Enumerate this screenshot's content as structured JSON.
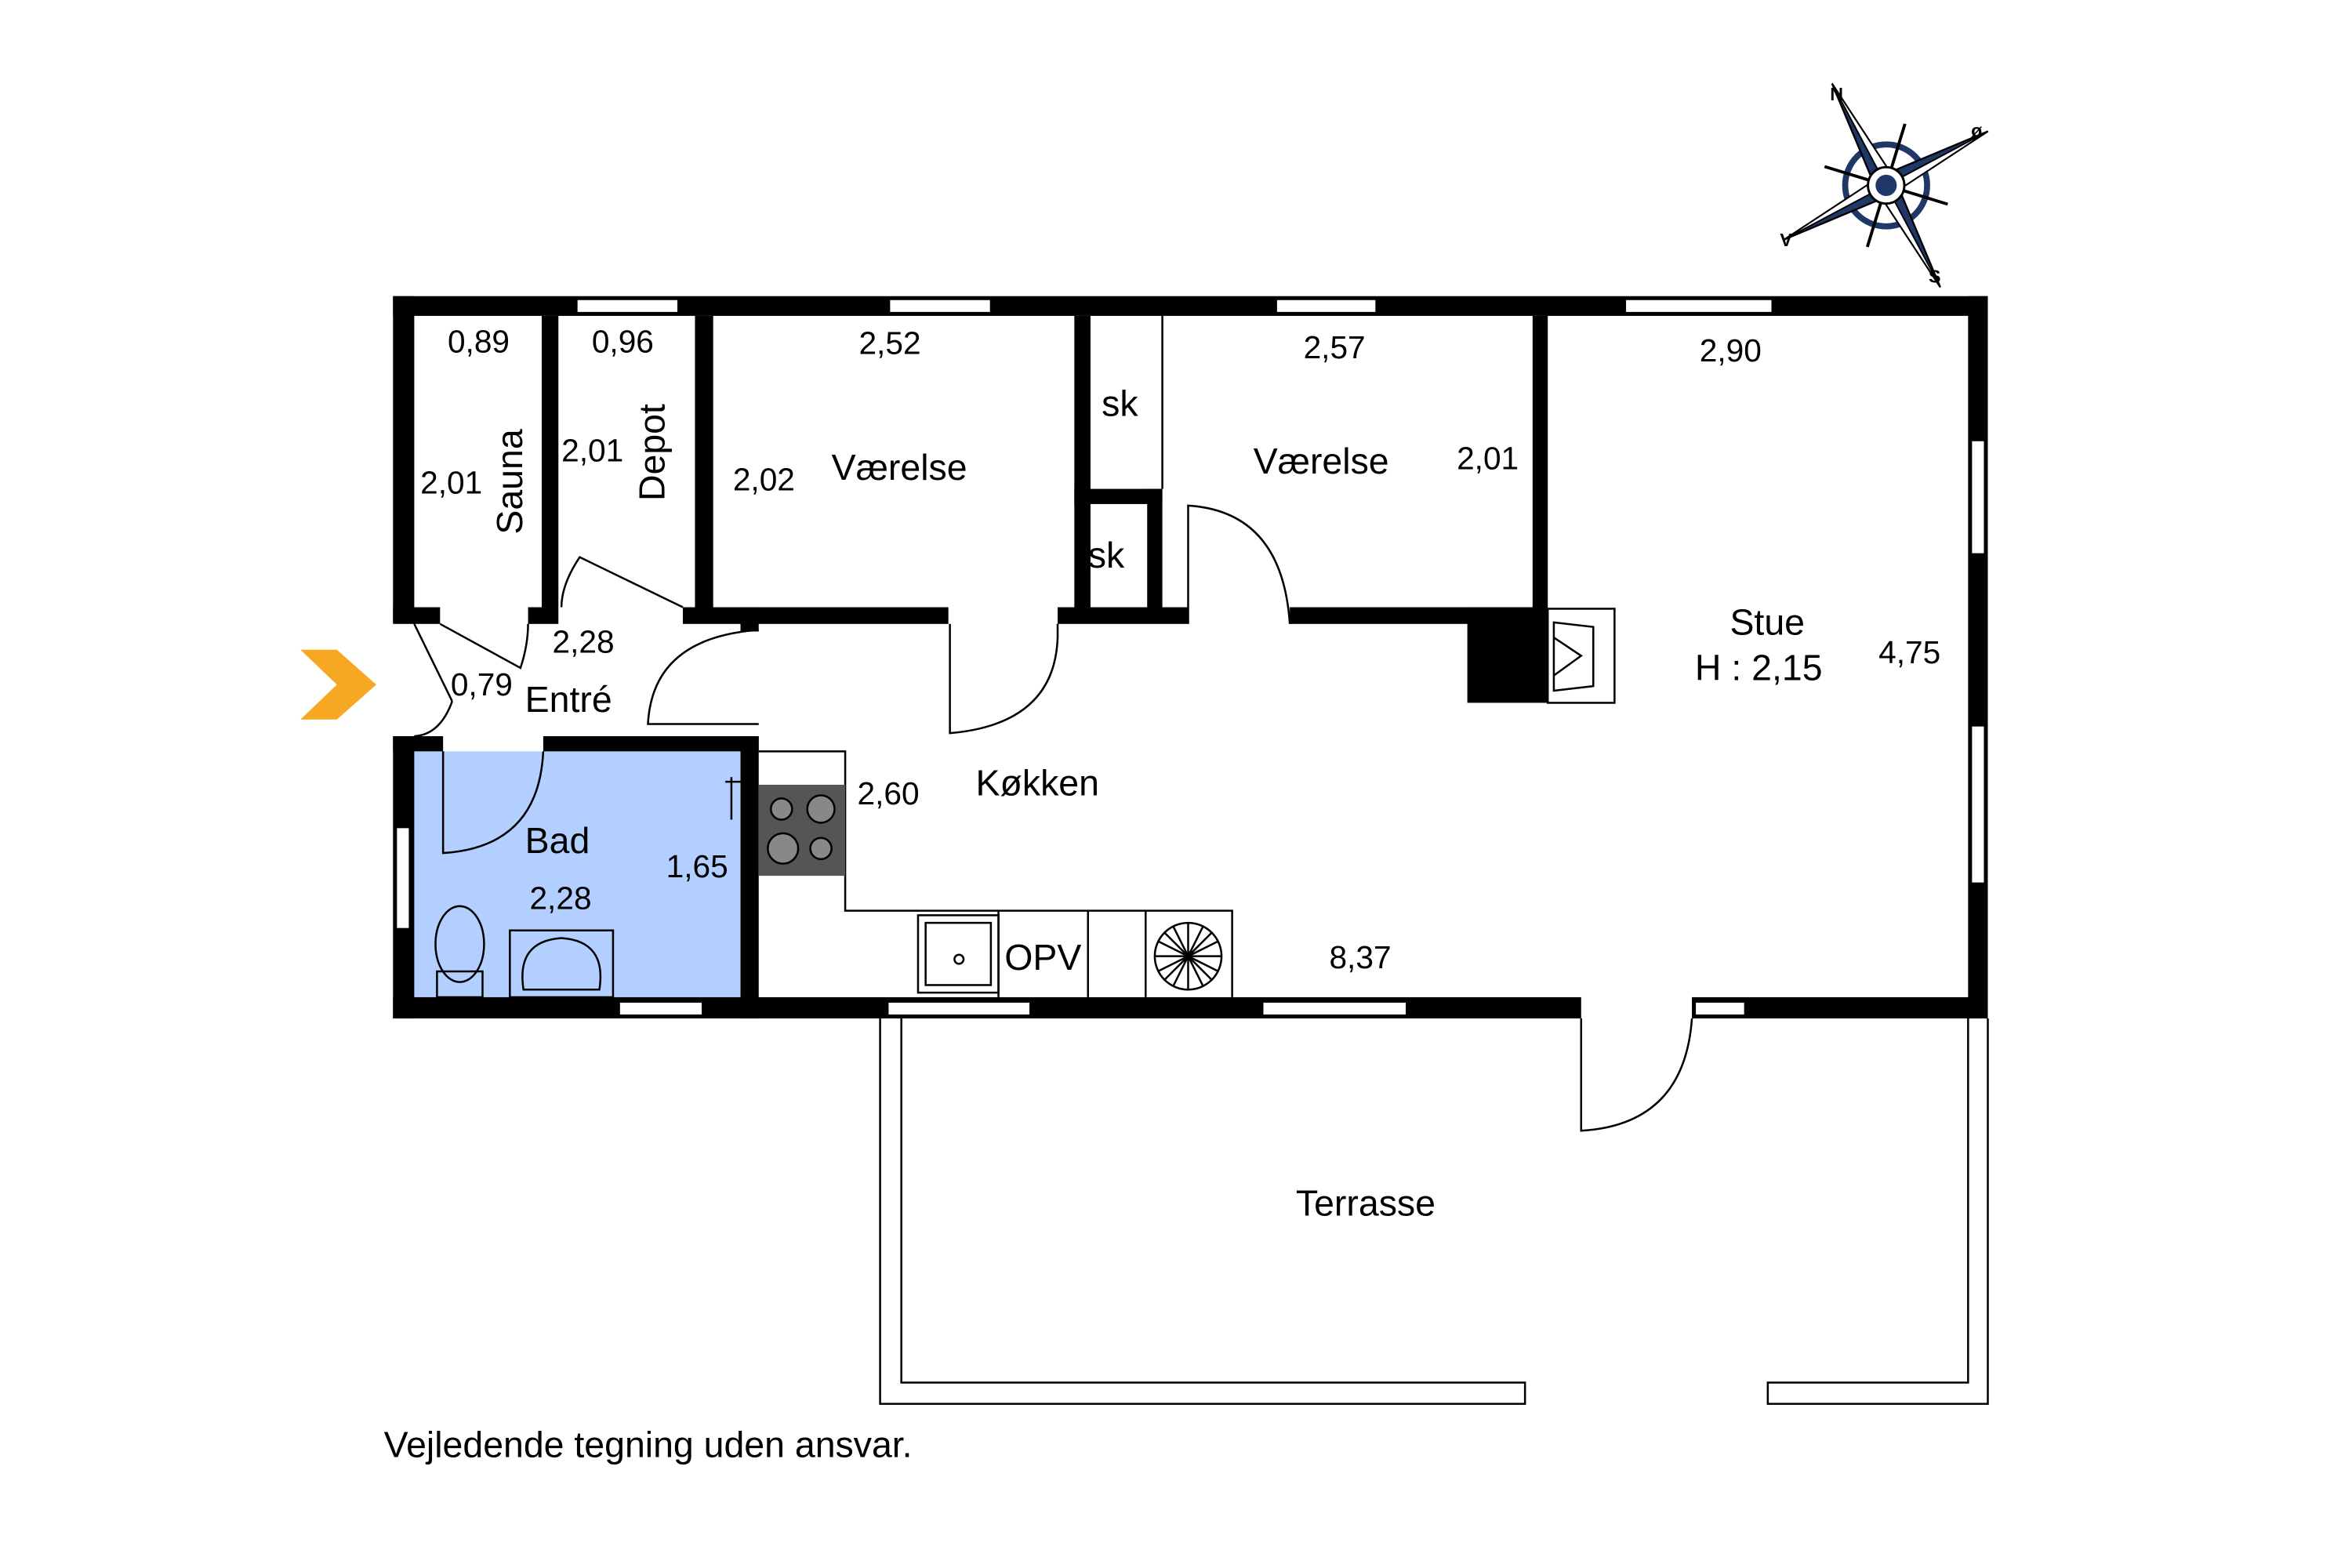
{
  "rooms": {
    "sauna": {
      "label": "Sauna",
      "width": "0,89",
      "length": "2,01"
    },
    "depot": {
      "label": "Depot",
      "width": "0,96",
      "length": "2,01"
    },
    "vaerelse1": {
      "label": "Værelse",
      "width": "2,52",
      "length": "2,02"
    },
    "closet1": {
      "label": "sk"
    },
    "closet2": {
      "label": "sk"
    },
    "vaerelse2": {
      "label": "Værelse",
      "width": "2,57",
      "length": "2,01"
    },
    "stue": {
      "label": "Stue",
      "height_label": "H : 2,15",
      "width": "2,90",
      "length": "4,75"
    },
    "entre": {
      "label": "Entré",
      "width": "2,28",
      "length": "0,79"
    },
    "bad": {
      "label": "Bad",
      "width": "2,28",
      "length": "1,65"
    },
    "koekken": {
      "label": "Køkken",
      "width": "2,60",
      "length": "8,37"
    },
    "terrasse": {
      "label": "Terrasse"
    }
  },
  "appliances": {
    "dishwasher_label": "OPV"
  },
  "compass": {
    "north": "N",
    "east": "ø",
    "south": "S",
    "west": "V"
  },
  "disclaimer": "Vejledende tegning uden ansvar.",
  "colors": {
    "bathroom_fill": "#b3cfff",
    "entrance_arrow": "#f7a823",
    "compass": "#1f3868"
  }
}
